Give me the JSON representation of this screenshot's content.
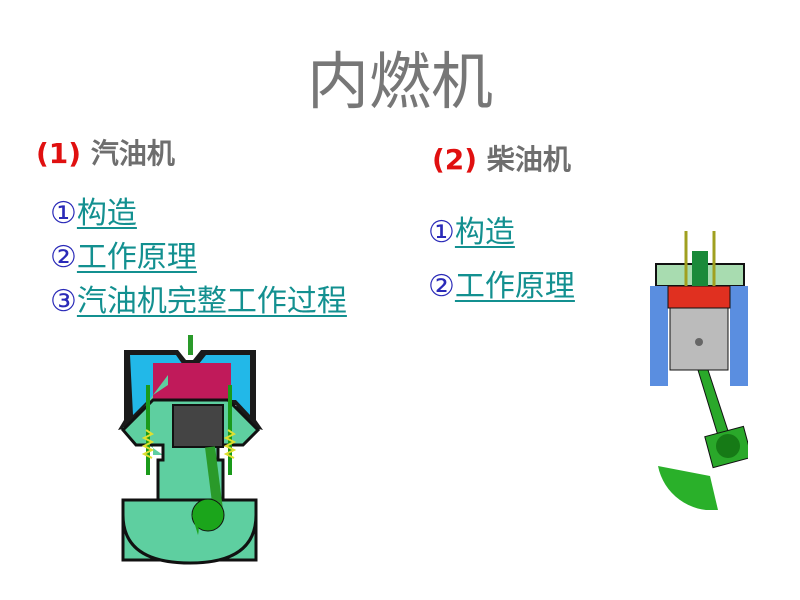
{
  "title": "内燃机",
  "gasoline": {
    "number": "(1)",
    "heading": "汽油机",
    "items": [
      {
        "marker": "①",
        "label": "构造"
      },
      {
        "marker": "②",
        "label": "工作原理"
      },
      {
        "marker": "③",
        "label": "汽油机完整工作过程"
      }
    ]
  },
  "diesel": {
    "number": "(2)",
    "heading": "柴油机",
    "items": [
      {
        "marker": "①",
        "label": "构造"
      },
      {
        "marker": "②",
        "label": "工作原理"
      }
    ]
  },
  "colors": {
    "link": "#139090",
    "number": "#e01010",
    "marker": "#2a2ab8"
  }
}
